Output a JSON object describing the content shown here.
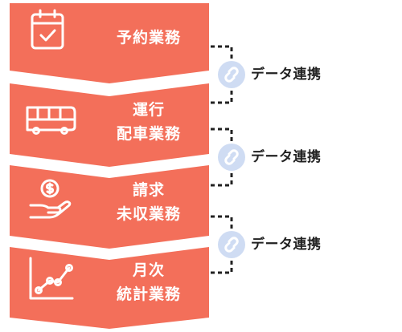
{
  "colors": {
    "step_fill": "#f36f5a",
    "icon_stroke": "#ffffff",
    "connector": "#222222",
    "link_circle": "#cfdcf3",
    "link_icon": "#ffffff"
  },
  "steps": [
    {
      "icon": "calendar-check-icon",
      "lines": [
        "予約業務"
      ]
    },
    {
      "icon": "bus-icon",
      "lines": [
        "運行",
        "配車業務"
      ]
    },
    {
      "icon": "coin-hand-icon",
      "lines": [
        "請求",
        "未収業務"
      ]
    },
    {
      "icon": "line-chart-icon",
      "lines": [
        "月次",
        "統計業務"
      ]
    }
  ],
  "links": [
    {
      "icon": "chain-link-icon",
      "label": "データ連携"
    },
    {
      "icon": "chain-link-icon",
      "label": "データ連携"
    },
    {
      "icon": "chain-link-icon",
      "label": "データ連携"
    }
  ]
}
